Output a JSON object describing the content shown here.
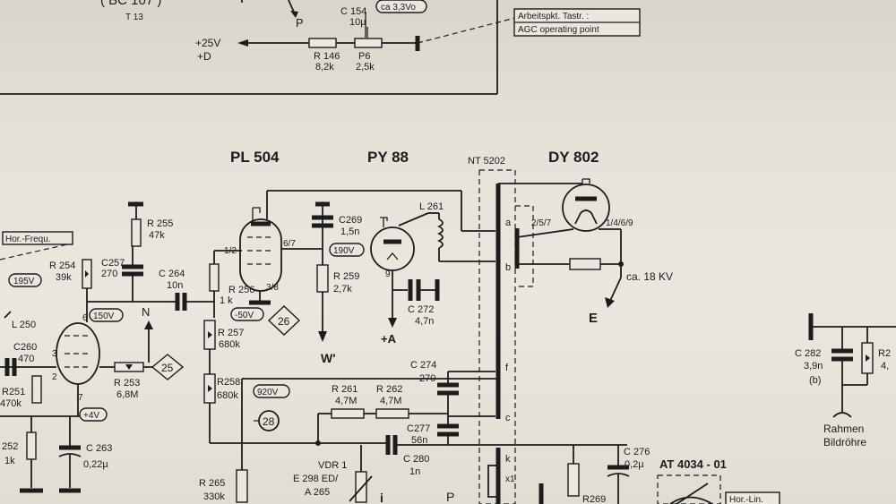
{
  "top": {
    "transistor": "( BC 107 )",
    "t13": "T 13",
    "p_label": "P",
    "c154": "C 154",
    "c154_val": "10µ",
    "ca33": "ca 3,3Vo",
    "agc_de": "Arbeitspkt. Tastr. :",
    "agc_en": "AGC operating point",
    "plus25": "+25V",
    "plusd": "+D",
    "r146": "R 146",
    "r146_val": "8,2k",
    "p6": "P6",
    "p6_val": "2,5k"
  },
  "tubes": {
    "pl504": "PL 504",
    "py88": "PY 88",
    "nt5202": "NT 5202",
    "dy802": "DY 802"
  },
  "labels": {
    "hor_frequ": "Hor.-Frequ.",
    "r255": "R 255",
    "r255_val": "47k",
    "c257": "C257",
    "c257_val": "270",
    "r254": "R 254",
    "r254_val": "39k",
    "v195": "195V",
    "l250": "L 250",
    "v150": "150V",
    "n": "N",
    "c264": "C 264",
    "c264_val": "10n",
    "r256": "R 256",
    "r256_val": "1 k",
    "pin12": "1/2",
    "pin67": "6/7",
    "pin38": "3/8",
    "c269": "C269",
    "c269_val": "1,5n",
    "v190": "190V",
    "r259": "R 259",
    "r259_val": "2,7k",
    "neg50": "-50V",
    "ref26": "26",
    "r257": "R 257",
    "r257_val": "680k",
    "w_prime": "W'",
    "c260": "C260",
    "c260_val": "470",
    "p6": "6",
    "p3": "3",
    "p2": "2",
    "p7": "7",
    "r251": "R251",
    "r251_val": "470k",
    "r253": "R 253",
    "r253_val": "6,8M",
    "ref25": "25",
    "v4": "+4V",
    "r252": "252",
    "r252_val": "1k",
    "c263": "C 263",
    "c263_val": "0,22µ",
    "r258": "R258",
    "r258_val": "680k",
    "v920": "920V",
    "ref28": "28",
    "r265": "R 265",
    "r265_val": "330k",
    "l261": "L 261",
    "p9": "9",
    "c272": "C 272",
    "c272_val": "4,7n",
    "plus_a": "+A",
    "r261": "R 261",
    "r261_val": "4,7M",
    "r262": "R 262",
    "r262_val": "4,7M",
    "c274": "C 274",
    "c274_val": "270",
    "c277": "C277",
    "c277_val": "56n",
    "c280": "C 280",
    "c280_val": "1n",
    "vdr1": "VDR 1",
    "e298": "E 298 ED/",
    "a265": "A 265",
    "p_bottom": "P",
    "i_bottom": "i",
    "tap_a": "a",
    "tap_b": "b",
    "tap_f": "f",
    "tap_c": "c",
    "tap_k": "k",
    "tap_x1": "x1",
    "dy_left": "2/5/7",
    "dy_right": "1/4/6/9",
    "ca18kv": "ca. 18 KV",
    "e_label": "E",
    "c276": "C 276",
    "c276_val": "0,2µ",
    "at4034": "AT 4034 - 01",
    "r269": "R269",
    "hor_lin": "Hor.-Lin.",
    "c282": "C 282",
    "c282_val": "3,9n",
    "c282_b": "(b)",
    "r27": "R2",
    "r27_val": "4,",
    "rahmen": "Rahmen",
    "bildrohre": "Bildröhre"
  }
}
